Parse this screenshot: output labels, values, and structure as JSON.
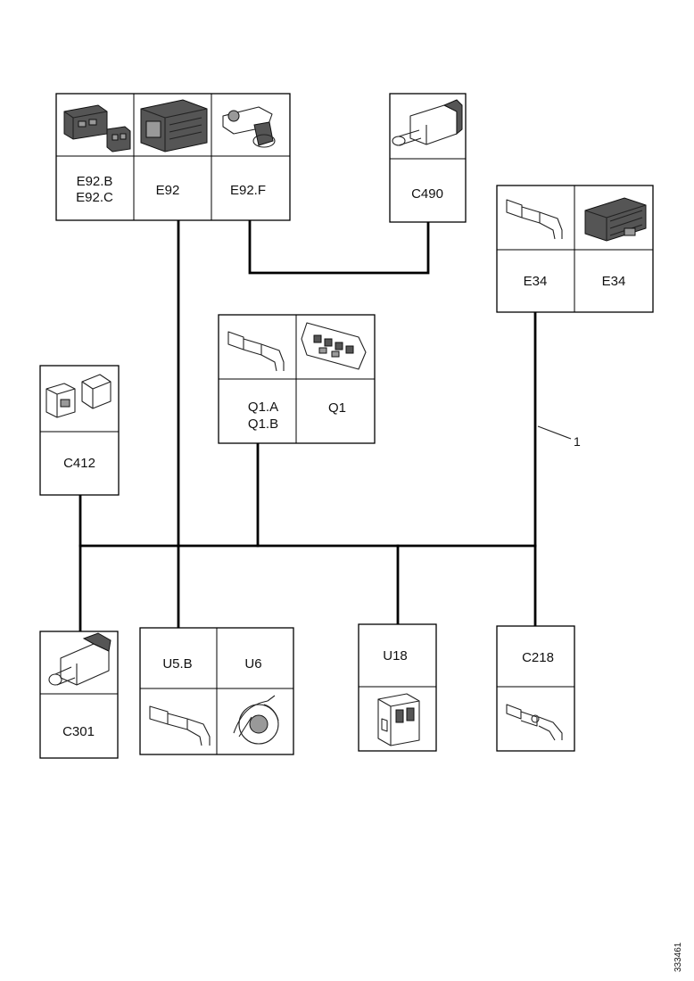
{
  "connectors": {
    "e92bc": {
      "label_lines": [
        "E92.B",
        "E92.C"
      ],
      "icon": "multi-connector-icon"
    },
    "e92": {
      "label_lines": [
        "E92"
      ],
      "icon": "ecu-housing-icon"
    },
    "e92f": {
      "label_lines": [
        "E92.F"
      ],
      "icon": "angled-plug-icon"
    },
    "c490": {
      "label_lines": [
        "C490"
      ],
      "icon": "inline-plug-icon"
    },
    "e34a": {
      "label_lines": [
        "E34"
      ],
      "icon": "terminal-pin-icon"
    },
    "e34b": {
      "label_lines": [
        "E34"
      ],
      "icon": "relay-block-icon"
    },
    "q1ab": {
      "label_lines": [
        "Q1.A",
        "Q1.B"
      ],
      "icon": "terminal-pin-icon"
    },
    "q1": {
      "label_lines": [
        "Q1"
      ],
      "icon": "connector-face-icon"
    },
    "c412": {
      "label_lines": [
        "C412"
      ],
      "icon": "twin-plug-icon"
    },
    "c301": {
      "label_lines": [
        "C301"
      ],
      "icon": "inline-plug-icon"
    },
    "u5b": {
      "label_lines": [
        "U5.B"
      ],
      "icon": "terminal-pin-icon"
    },
    "u6": {
      "label_lines": [
        "U6"
      ],
      "icon": "coil-wiring-icon"
    },
    "u18": {
      "label_lines": [
        "U18"
      ],
      "icon": "square-socket-icon"
    },
    "c218": {
      "label_lines": [
        "C218"
      ],
      "icon": "terminal-pin-icon"
    }
  },
  "wire_reference": "1",
  "document_id": "333461"
}
